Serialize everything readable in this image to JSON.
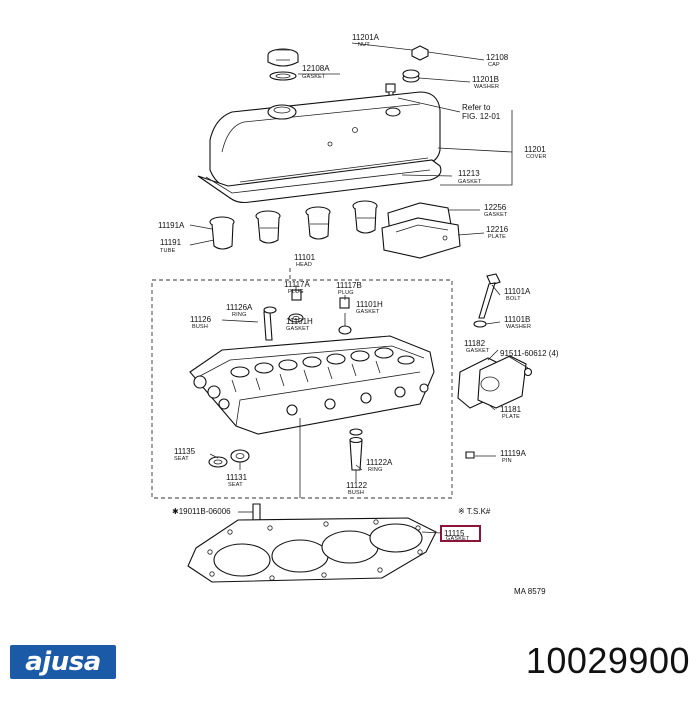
{
  "labels": [
    {
      "id": "nut",
      "code": "11201A",
      "sub": "NUT"
    },
    {
      "id": "cap",
      "code": "12108",
      "sub": "CAP"
    },
    {
      "id": "cap-gasket",
      "code": "12108A",
      "sub": "GASKET"
    },
    {
      "id": "washer-top",
      "code": "11201B",
      "sub": "WASHER"
    },
    {
      "id": "refer",
      "code": "Refer to",
      "sub": "FIG. 12-01"
    },
    {
      "id": "cover",
      "code": "11201",
      "sub": "COVER"
    },
    {
      "id": "cover-gasket",
      "code": "11213",
      "sub": "GASKET"
    },
    {
      "id": "plate-gasket",
      "code": "12256",
      "sub": "GASKET"
    },
    {
      "id": "plate-top",
      "code": "12216",
      "sub": "PLATE"
    },
    {
      "id": "tube-a",
      "code": "11191A",
      "sub": ""
    },
    {
      "id": "tube",
      "code": "11191",
      "sub": "TUBE"
    },
    {
      "id": "head",
      "code": "11101",
      "sub": "HEAD"
    },
    {
      "id": "plug-a",
      "code": "11117A",
      "sub": "PLUG"
    },
    {
      "id": "plug-b",
      "code": "11117B",
      "sub": "PLUG"
    },
    {
      "id": "ring-a",
      "code": "11126A",
      "sub": "RING"
    },
    {
      "id": "bush",
      "code": "11126",
      "sub": "BUSH"
    },
    {
      "id": "gasket-h1",
      "code": "11101H",
      "sub": "GASKET"
    },
    {
      "id": "gasket-h2",
      "code": "11101H",
      "sub": "GASKET"
    },
    {
      "id": "bolt",
      "code": "11101A",
      "sub": "BOLT"
    },
    {
      "id": "washer-b",
      "code": "11101B",
      "sub": "WASHER"
    },
    {
      "id": "gasket-182",
      "code": "11182",
      "sub": "GASKET"
    },
    {
      "id": "screw",
      "code": "91511-60612 (4)",
      "sub": ""
    },
    {
      "id": "plate-181",
      "code": "11181",
      "sub": "PLATE"
    },
    {
      "id": "pin",
      "code": "11119A",
      "sub": "PIN"
    },
    {
      "id": "seat",
      "code": "11135",
      "sub": "SEAT"
    },
    {
      "id": "seat-131",
      "code": "11131",
      "sub": "SEAT"
    },
    {
      "id": "ring-122a",
      "code": "11122A",
      "sub": "RING"
    },
    {
      "id": "bush-122",
      "code": "11122",
      "sub": "BUSH"
    },
    {
      "id": "stud",
      "code": "✱19011B-06006",
      "sub": ""
    },
    {
      "id": "tsk",
      "code": "※ T.S.K#",
      "sub": ""
    },
    {
      "id": "head-gasket",
      "code": "11115",
      "sub": "GASKET"
    },
    {
      "id": "ref-code",
      "code": "MA 8579",
      "sub": ""
    }
  ],
  "brand": {
    "logo": "ajusa",
    "part_number": "10029900",
    "accent": "#1b5aa6",
    "highlight": "#8a1538"
  }
}
